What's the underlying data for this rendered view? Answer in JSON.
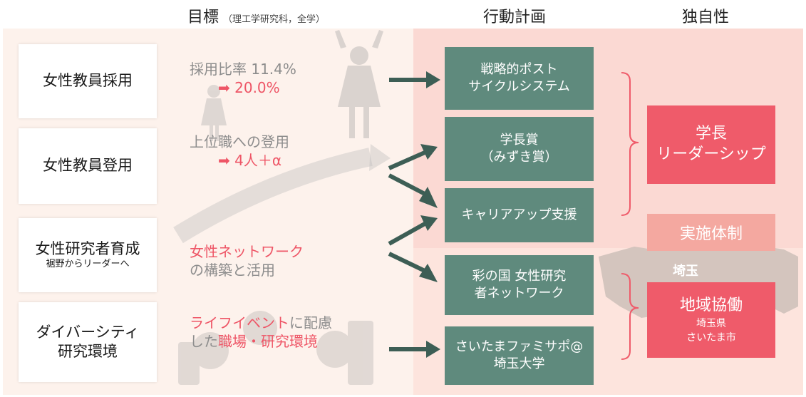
{
  "headers": {
    "goals": "目標",
    "goals_sub": "（理工学研究科，全学）",
    "actions": "行動計画",
    "unique": "独自性"
  },
  "left_items": [
    {
      "label": "女性教員採用"
    },
    {
      "label": "女性教員登用"
    },
    {
      "label": "女性研究者育成",
      "sub": "裾野からリーダーへ"
    },
    {
      "label": "ダイバーシティ\n研究環境"
    }
  ],
  "goals": {
    "g1_line1": "採用比率 11.4%",
    "g1_line2": "➡ 20.0%",
    "g2_line1": "上位職への登用",
    "g2_line2": "➡ 4人＋α",
    "g3_line1_pink": "女性ネットワーク",
    "g3_line2": "の構築と活用",
    "g4_line1_pink": "ライフイベント",
    "g4_line1_rest": "に配慮",
    "g4_line2_a": "した",
    "g4_line2_pink": "職場・研究環境"
  },
  "actions": [
    "戦略的ポスト\nサイクルシステム",
    "学長賞\n（みずき賞）",
    "キャリアアップ支援",
    "彩の国 女性研究\n者ネットワーク",
    "さいたまファミサポ@\n埼玉大学"
  ],
  "unique": {
    "leadership_line1": "学長",
    "leadership_line2": "リーダーシップ",
    "system": "実施体制",
    "regional_title": "地域協働",
    "regional_sub1": "埼玉県",
    "regional_sub2": "さいたま市",
    "map_label": "埼玉"
  },
  "colors": {
    "green": "#5f8a7d",
    "red": "#ef5b6a",
    "salmon": "#f4a8a0",
    "pink_text": "#ee5566",
    "arrow": "#3d5e55"
  }
}
